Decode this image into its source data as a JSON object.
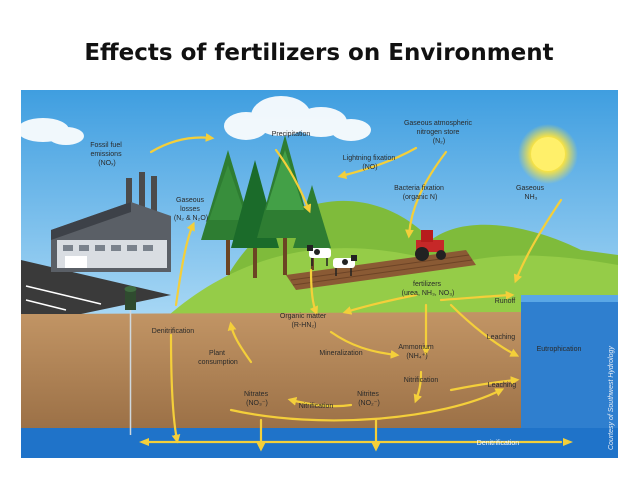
{
  "title": "Effects of fertilizers on Environment",
  "labels": {
    "fossil": [
      "Fossil fuel",
      "emissions",
      "(NOₓ)"
    ],
    "precip": [
      "Precipitation"
    ],
    "atmos": [
      "Gaseous atmospheric",
      "nitrogen store",
      "(N₂)"
    ],
    "lightning": [
      "Lightning fixation",
      "(NO)"
    ],
    "bacteria": [
      "Bacteria fixation",
      "(organic N)"
    ],
    "gnh3": [
      "Gaseous",
      "NH₃"
    ],
    "glosses": [
      "Gaseous",
      "losses",
      "(N₂ & N₂O)"
    ],
    "fert": [
      "fertilizers",
      "(urea, NH₃, NO₃)"
    ],
    "runoff": [
      "Runoff"
    ],
    "organic": [
      "Organic matter",
      "(R-HN₂)"
    ],
    "denit1": [
      "Denitrification"
    ],
    "leach1": [
      "Leaching"
    ],
    "plant": [
      "Plant",
      "consumption"
    ],
    "mineral": [
      "Mineralization"
    ],
    "ammon": [
      "Ammonium",
      "(NH₄⁺)"
    ],
    "eutro": [
      "Eutrophication"
    ],
    "nitrif1": [
      "Nitrification"
    ],
    "leach2": [
      "Leaching"
    ],
    "nitrates": [
      "Nitrates",
      "(NO₃⁻)"
    ],
    "nitrif2": [
      "Nitrification"
    ],
    "nitrites": [
      "Nitrites",
      "(NO₂⁻)"
    ],
    "denit2": [
      "Denitrification"
    ],
    "credit": [
      "Courtesy of Southwest Hydrology"
    ]
  },
  "colors": {
    "sky": "#4aa3df",
    "grass": "#8cc63f",
    "soil": "#b5885a",
    "groundwater": "#1f73c9",
    "lake": "#2f7fcf",
    "arrow": "#f4cf3a"
  }
}
